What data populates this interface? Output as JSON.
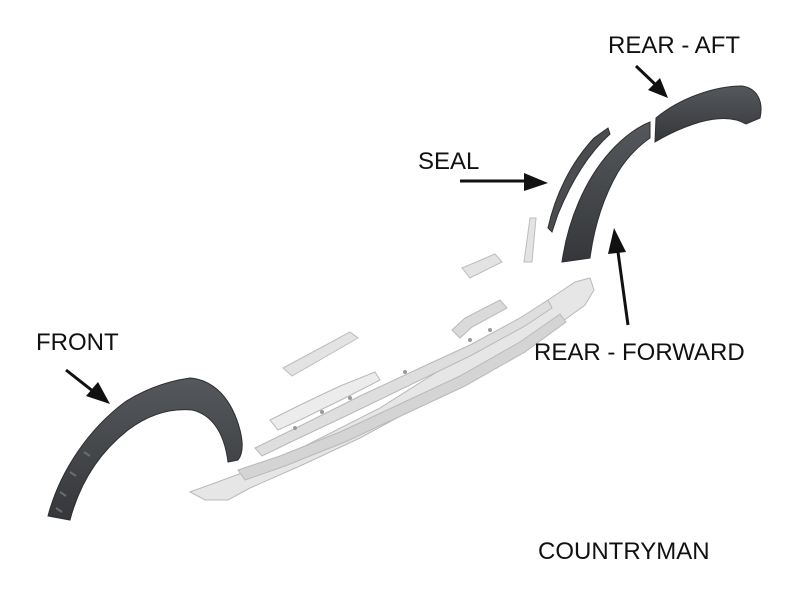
{
  "diagram": {
    "labels": {
      "rear_aft": "REAR - AFT",
      "seal": "SEAL",
      "front": "FRONT",
      "rear_forward": "REAR - FORWARD",
      "model": "COUNTRYMAN"
    }
  }
}
